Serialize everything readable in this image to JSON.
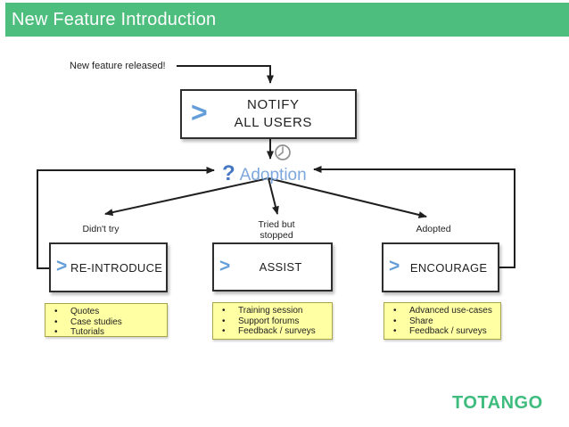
{
  "slide": {
    "title": "New Feature Introduction",
    "logo_text": "TOTANGO"
  },
  "colors": {
    "header_green": "#4EBE7F",
    "logo_green": "#3EBC7D",
    "chevron_blue": "#649ED9",
    "question_blue": "#4577C3",
    "adoption_blue": "#7EA7DD",
    "note_fill": "#FFFFA3",
    "note_border": "#A8A44C",
    "line_color": "#1F1F1F"
  },
  "glyphs": {
    "chevron": ">",
    "bullet": "•",
    "question": "?"
  },
  "diagram": {
    "trigger_label": "New feature released!",
    "notify": {
      "line1": "NOTIFY",
      "line2": "ALL USERS"
    },
    "adoption_label": "Adoption",
    "branches": [
      {
        "outcome": "Didn't try",
        "action": "RE-INTRODUCE",
        "notes": [
          "Quotes",
          "Case studies",
          "Tutorials"
        ]
      },
      {
        "outcome": "Tried but stopped",
        "action": "ASSIST",
        "notes": [
          "Training session",
          "Support forums",
          "Feedback / surveys"
        ]
      },
      {
        "outcome": "Adopted",
        "action": "ENCOURAGE",
        "notes": [
          "Advanced use-cases",
          "Share",
          "Feedback / surveys"
        ]
      }
    ]
  }
}
